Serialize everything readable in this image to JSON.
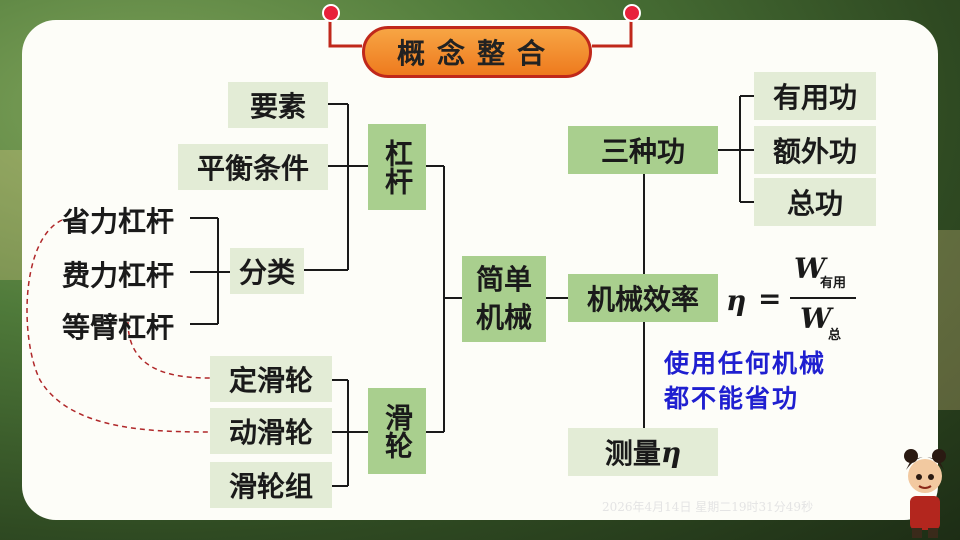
{
  "title": "概念整合",
  "root": "简单机械",
  "lever": {
    "label": "杠杆",
    "children": [
      "要素",
      "平衡条件",
      "分类"
    ],
    "types": [
      "省力杠杆",
      "费力杠杆",
      "等臂杠杆"
    ]
  },
  "pulley": {
    "label": "滑轮",
    "children": [
      "定滑轮",
      "动滑轮",
      "滑轮组"
    ]
  },
  "work": {
    "label": "三种功",
    "children": [
      "有用功",
      "额外功",
      "总功"
    ]
  },
  "efficiency": {
    "label": "机械效率",
    "formula": {
      "symbol": "η",
      "equals": "=",
      "numerator": "W",
      "numerator_sub": "有用",
      "denominator": "W",
      "denominator_sub": "总"
    },
    "note_line1": "使用任何机械",
    "note_line2": "都不能省功"
  },
  "measure": {
    "label": "测量",
    "symbol": "η"
  },
  "timestamp": "2026年4月14日 星期二19时31分49秒",
  "colors": {
    "box_light": "#e3ecd6",
    "box_dark": "#a9cf8e",
    "title_fill": "#f29330",
    "note": "#1f1fd0"
  }
}
